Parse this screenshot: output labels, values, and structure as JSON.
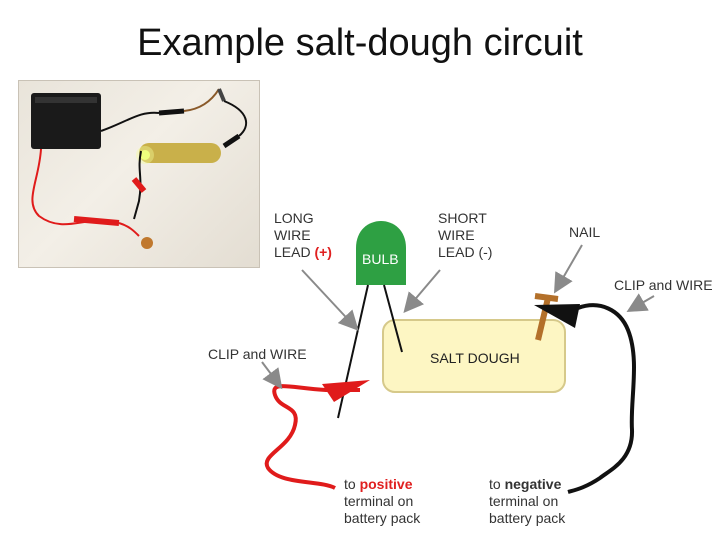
{
  "title": "Example salt-dough circuit",
  "labels": {
    "long_wire": [
      "LONG",
      "WIRE",
      "LEAD"
    ],
    "long_wire_sign": "(+)",
    "short_wire": [
      "SHORT",
      "WIRE",
      "LEAD (-)"
    ],
    "nail": "NAIL",
    "clip_wire_right": "CLIP and WIRE",
    "clip_wire_left": "CLIP and WIRE",
    "bulb": "BULB",
    "salt_dough": "SALT DOUGH",
    "positive_prefix": "to ",
    "positive_word": "positive",
    "positive_rest": [
      "terminal on",
      "battery pack"
    ],
    "negative_prefix": "to ",
    "negative_word": "negative",
    "negative_rest": [
      "terminal on",
      "battery pack"
    ]
  },
  "colors": {
    "bulb": "#2ea043",
    "dough_fill": "#fdf6c3",
    "dough_stroke": "#d6c98a",
    "positive_wire": "#e01b1b",
    "negative_wire": "#111111",
    "nail": "#b3702a"
  }
}
